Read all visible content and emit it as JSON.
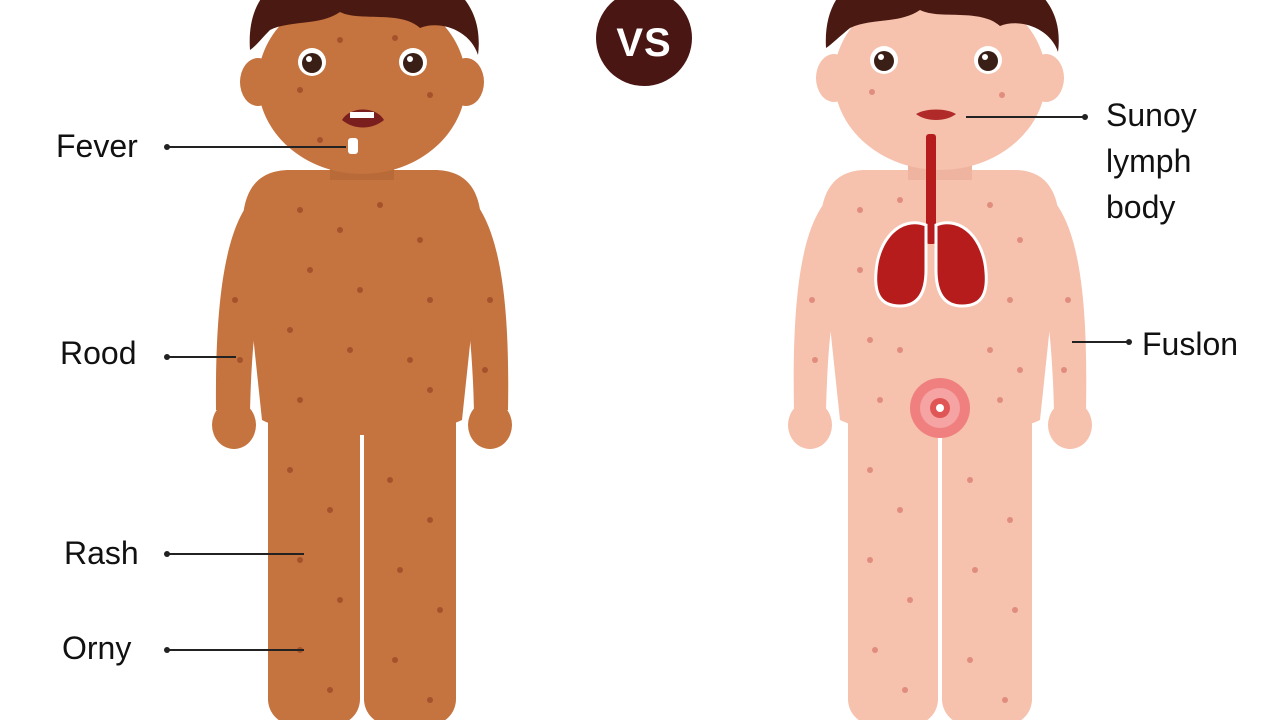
{
  "comparison": {
    "vs_label": "VS"
  },
  "left_child": {
    "skin_color": "#c5733f",
    "spot_color": "#a4522c",
    "hair_color": "#4a1a12",
    "labels": {
      "fever": "Fever",
      "rood": "Rood",
      "rash": "Rash",
      "orny": "Orny"
    }
  },
  "right_child": {
    "skin_color": "#f6c1ad",
    "spot_color": "#e08d7e",
    "hair_color": "#4a1a12",
    "organ_color": "#b71c1c",
    "labels": {
      "top_line1": "Sunoy",
      "top_line2": "lymph",
      "top_line3": "body",
      "fuslon": "Fuslon"
    }
  }
}
